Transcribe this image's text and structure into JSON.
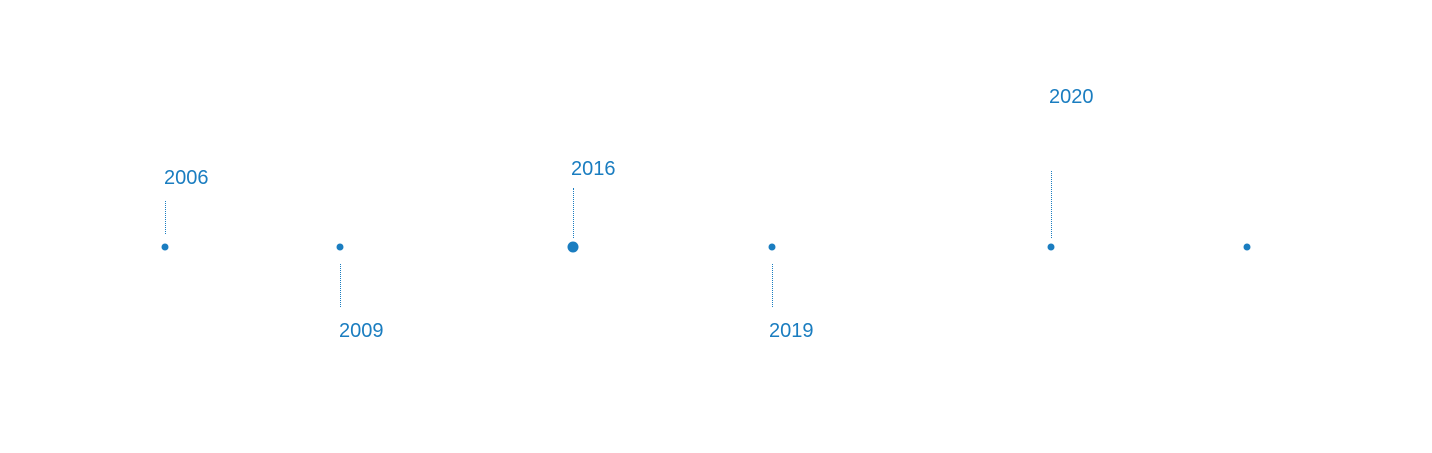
{
  "accent_color": "#1a7dc0",
  "timeline": {
    "events": [
      {
        "year": "2006"
      },
      {
        "year": "2009"
      },
      {
        "year": "2016"
      },
      {
        "year": "2019"
      },
      {
        "year": "2020"
      }
    ]
  }
}
